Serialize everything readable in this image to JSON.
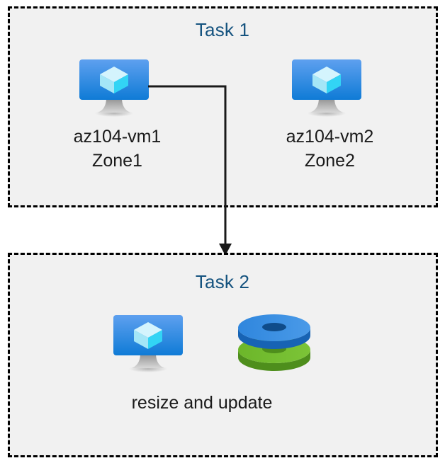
{
  "diagram": {
    "title": "Azure VM tasks diagram",
    "background_color": "#ffffff",
    "box_fill_color": "#f1f1f1",
    "box_border_color": "#000000",
    "title_color": "#15537f",
    "label_color": "#1a1a1a",
    "connector_color": "#1a1a1a"
  },
  "task1": {
    "title": "Task 1",
    "nodes": [
      {
        "icon": "virtual-machine-icon",
        "label": "az104-vm1\nZone1",
        "name": "az104-vm1",
        "zone": "Zone1"
      },
      {
        "icon": "virtual-machine-icon",
        "label": "az104-vm2\nZone2",
        "name": "az104-vm2",
        "zone": "Zone2"
      }
    ]
  },
  "task2": {
    "title": "Task 2",
    "caption": "resize and update",
    "nodes": [
      {
        "icon": "virtual-machine-icon"
      },
      {
        "icon": "disks-icon"
      }
    ]
  },
  "connector": {
    "from": "az104-vm1",
    "to": "Task 2",
    "style": "elbow-arrow"
  },
  "icon_colors": {
    "vm_screen_top": "#5ea0ef",
    "vm_screen_bottom": "#0f7bd6",
    "vm_cube_light": "#c3f1fb",
    "vm_cube_mid": "#9ee7f7",
    "vm_cube_bright": "#32d4f5",
    "vm_stand": "#a6a6a6",
    "disk_blue_top": "#3b8fe0",
    "disk_blue_side": "#1763b4",
    "disk_blue_hole": "#0f4c8a",
    "disk_green_top": "#6fb92c",
    "disk_green_side": "#4e8e1c",
    "disk_green_hole": "#4e8e1c"
  }
}
